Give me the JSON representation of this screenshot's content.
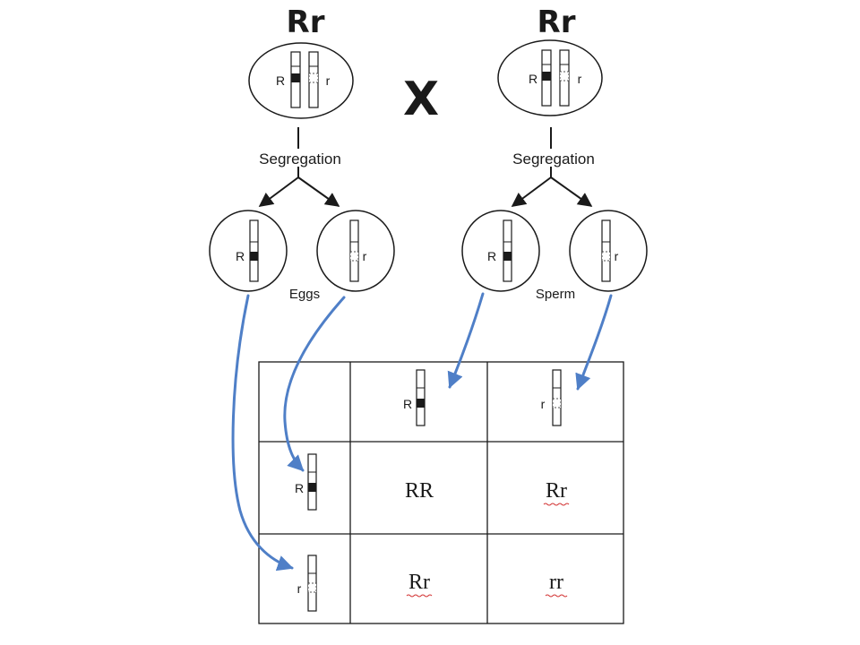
{
  "parents": {
    "left": {
      "genotype": "Rr",
      "allele_dominant": "R",
      "allele_recessive": "r"
    },
    "right": {
      "genotype": "Rr",
      "allele_dominant": "R",
      "allele_recessive": "r"
    }
  },
  "cross_symbol": "X",
  "segregation_left": "Segregation",
  "segregation_right": "Segregation",
  "gametes": {
    "eggs_label": "Eggs",
    "sperm_label": "Sperm",
    "egg1": "R",
    "egg2": "r",
    "sperm1": "R",
    "sperm2": "r"
  },
  "punnett": {
    "col_headers": [
      "R",
      "r"
    ],
    "row_headers": [
      "R",
      "r"
    ],
    "cells": [
      [
        "RR",
        "Rr"
      ],
      [
        "Rr",
        "rr"
      ]
    ]
  },
  "colors": {
    "arrow": "#4f7fc7",
    "band": "#1a1a1a",
    "line": "#1a1a1a"
  }
}
